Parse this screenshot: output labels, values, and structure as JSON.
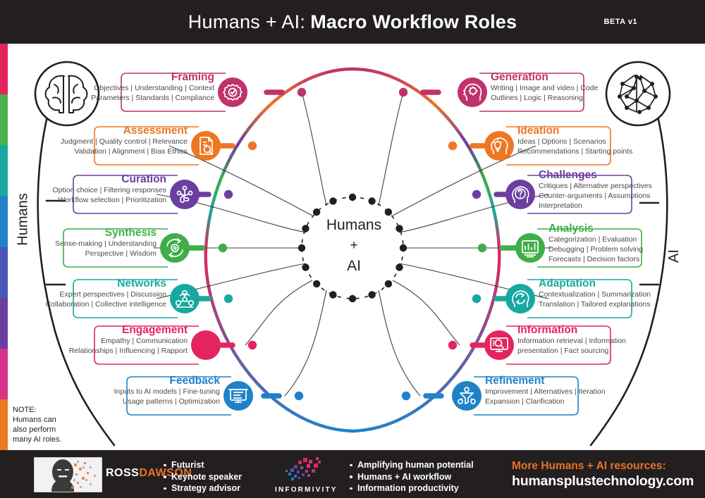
{
  "header": {
    "title_light": "Humans + AI:",
    "title_bold": "Macro Workflow Roles",
    "beta": "BETA v1"
  },
  "hub": {
    "line1": "Humans",
    "line2": "+",
    "line3": "AI"
  },
  "side_labels": {
    "left": "Humans",
    "right": "AI"
  },
  "note": {
    "label": "NOTE:",
    "line1": "Humans can",
    "line2": "also perform",
    "line3": "many AI roles."
  },
  "left_roles": [
    {
      "title": "Framing",
      "desc_line1": "Objectives | Understanding | Context",
      "desc_line2": "Parameters | Standards | Compliance",
      "color": "#c0326b",
      "icon": "gear-check-icon"
    },
    {
      "title": "Assessment",
      "desc_line1": "Judgment | Quality control | Relevance",
      "desc_line2": "Validation | Alignment | Bias Ethics",
      "color": "#ef7622",
      "icon": "document-check-icon"
    },
    {
      "title": "Curation",
      "desc_line1": "Option choice | Filtering responses",
      "desc_line2": "Workflow selection | Prioritization",
      "color": "#6b3fa0",
      "icon": "curation-hand-icon"
    },
    {
      "title": "Synthesis",
      "desc_line1": "Sense-making | Understanding",
      "desc_line2": "Perspective | Wisdom",
      "color": "#3fae49",
      "icon": "cycle-gear-icon"
    },
    {
      "title": "Networks",
      "desc_line1": "Expert perspectives | Discussion",
      "desc_line2": "Collaboration | Collective intelligence",
      "color": "#17a9a0",
      "icon": "network-people-icon"
    },
    {
      "title": "Engagement",
      "desc_line1": "Empathy | Communication",
      "desc_line2": "Relationships | Influencing | Rapport",
      "color": "#e5245e",
      "icon": "engagement-icon"
    },
    {
      "title": "Feedback",
      "desc_line1": "Inputs to AI models | Fine-tuning",
      "desc_line2": "Usage patterns | Optimization",
      "color": "#1f82c8",
      "icon": "feedback-screen-icon"
    }
  ],
  "right_roles": [
    {
      "title": "Generation",
      "desc_line1": "Writing | Image and video | Code",
      "desc_line2": "Outlines | Logic | Reasoning",
      "desc_line3": "",
      "color": "#c0326b",
      "icon": "head-gear-icon"
    },
    {
      "title": "Ideation",
      "desc_line1": "Ideas | Options | Scenarios",
      "desc_line2": "Recommendations | Starting points",
      "desc_line3": "",
      "color": "#ef7622",
      "icon": "head-bulb-icon"
    },
    {
      "title": "Challenges",
      "desc_line1": "Critiques | Alternative perspectives",
      "desc_line2": "Counter-arguments | Assumptions",
      "desc_line3": "Interpretation",
      "color": "#6b3fa0",
      "icon": "head-question-icon"
    },
    {
      "title": "Analysis",
      "desc_line1": "Categorization | Evaluation",
      "desc_line2": "Debugging | Problem solving",
      "desc_line3": "Forecasts | Decision factors",
      "color": "#3fae49",
      "icon": "chart-document-icon"
    },
    {
      "title": "Adaptation",
      "desc_line1": "Contextualization | Summarization",
      "desc_line2": "Translation | Tailored explanations",
      "desc_line3": "",
      "color": "#17a9a0",
      "icon": "head-adapt-icon"
    },
    {
      "title": "Information",
      "desc_line1": "Information retrieval | Information",
      "desc_line2": "presentation | Fact sourcing",
      "desc_line3": "",
      "color": "#e5245e",
      "icon": "monitor-search-icon"
    },
    {
      "title": "Refinement",
      "desc_line1": "Improvement | Alternatives | Iteration",
      "desc_line2": "Expansion | Clarification",
      "desc_line3": "",
      "color": "#1f82c8",
      "icon": "refinement-funnel-icon"
    }
  ],
  "footer": {
    "brand_first": "ROSS",
    "brand_second": "DAWSON",
    "bullets_left": [
      "Futurist",
      "Keynote speaker",
      "Strategy advisor"
    ],
    "bullets_right": [
      "Amplifying human potential",
      "Humans + AI workflow",
      "Information productivity"
    ],
    "informivity": "INFORMIVITY",
    "more_resources": "More Humans + AI resources:",
    "url": "humansplustechnology.com"
  },
  "palette": {
    "pink": "#c0326b",
    "orange": "#ef7622",
    "purple": "#6b3fa0",
    "green": "#3fae49",
    "teal": "#17a9a0",
    "magenta": "#e5245e",
    "blue": "#1f82c8",
    "dark": "#231f20",
    "accent_orange": "#e8712a"
  },
  "strip_colors": [
    "#e5245e",
    "#4caf50",
    "#17a9a0",
    "#1f82c8",
    "#4a56b8",
    "#6b3fa0",
    "#d6338a",
    "#ef7622"
  ]
}
